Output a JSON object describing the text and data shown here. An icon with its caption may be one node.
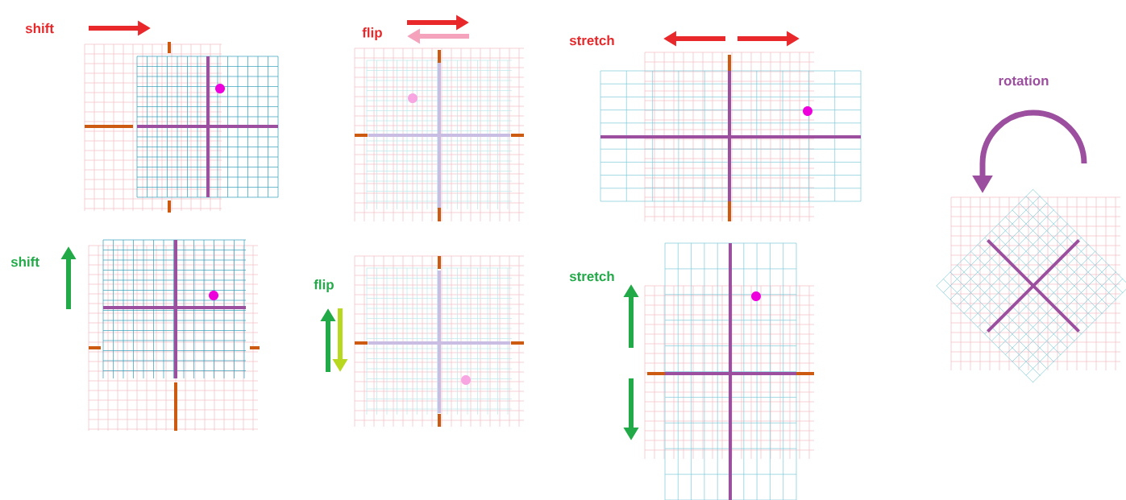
{
  "diagram": {
    "labels": [
      "shift",
      "flip",
      "stretch",
      "rotation",
      "shift",
      "flip",
      "stretch"
    ]
  }
}
